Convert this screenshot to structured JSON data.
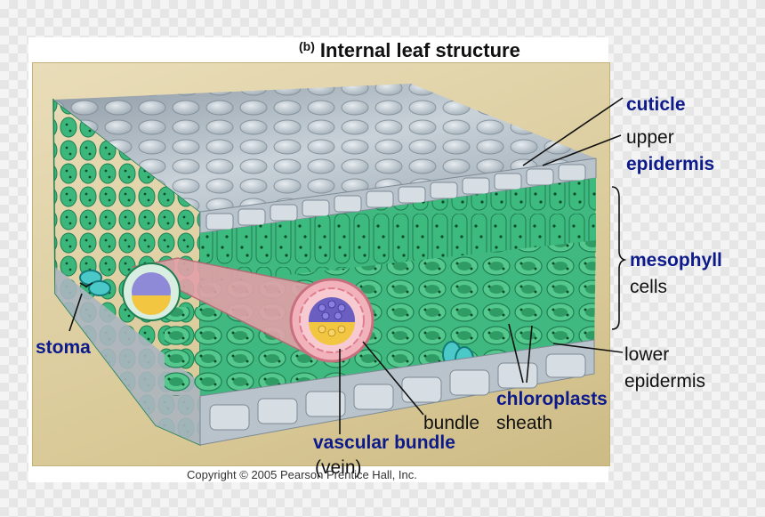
{
  "figure": {
    "part": "(b)",
    "title": "Internal leaf structure",
    "copyright": "Copyright © 2005 Pearson Prentice Hall, Inc."
  },
  "labels": {
    "cuticle": "cuticle",
    "upper": "upper",
    "epidermis_upper": "epidermis",
    "mesophyll": "mesophyll",
    "cells": "cells",
    "stoma": "stoma",
    "lower": "lower",
    "epidermis_lower": "epidermis",
    "chloroplasts": "chloroplasts",
    "bundle": "bundle",
    "sheath": "sheath",
    "vascular_bundle": "vascular bundle",
    "vein": "(vein)"
  },
  "colors": {
    "label_blue": "#0d1a8c",
    "mesophyll_green": "#2fb67a",
    "epidermis_gray": "#a9b4bd",
    "sheath_pink": "#e98c9c",
    "xylem_purple": "#6a5fc0",
    "phloem_yellow": "#f2c640"
  }
}
